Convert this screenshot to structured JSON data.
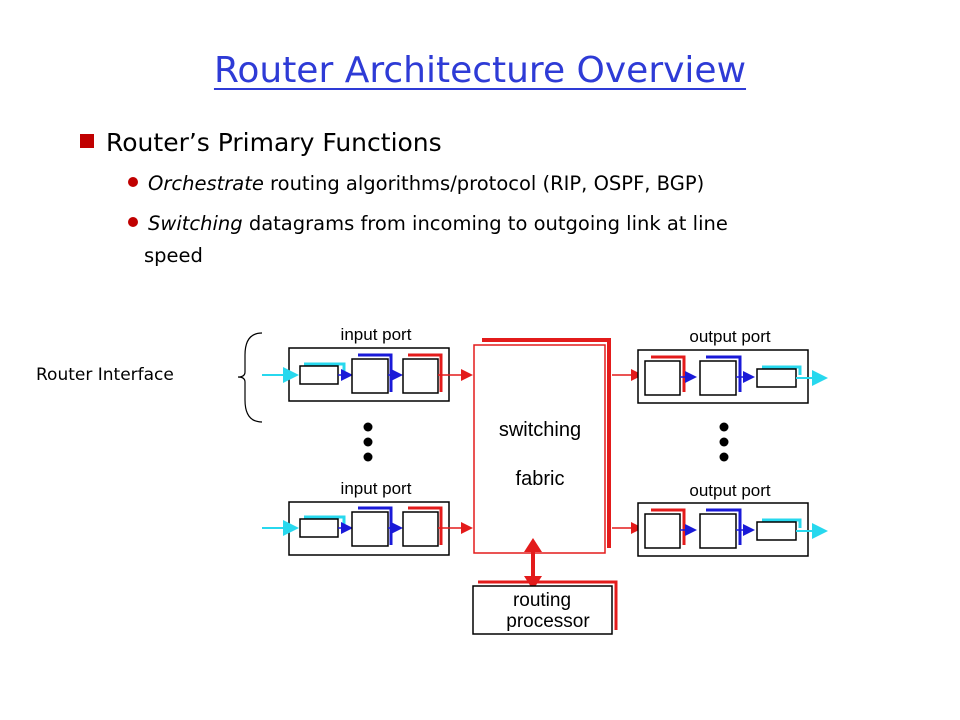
{
  "title": "Router Architecture Overview",
  "heading": "Router’s Primary Functions",
  "sub1": {
    "italic": "Orchestrate",
    "rest": " routing algorithms/protocol (RIP, OSPF, BGP)"
  },
  "sub2": {
    "italic": "Switching",
    "rest": " datagrams from incoming to outgoing link at line",
    "cont": "speed"
  },
  "router_interface": "Router Interface",
  "diagram": {
    "input_port": "input port",
    "output_port": "output port",
    "switching": "switching",
    "fabric": "fabric",
    "routing": "routing",
    "processor": "processor"
  },
  "colors": {
    "title": "#2e3bd6",
    "red": "#e31b1b",
    "blue": "#1a1ad8",
    "cyan": "#27d8ee",
    "bullet": "#c00000"
  }
}
